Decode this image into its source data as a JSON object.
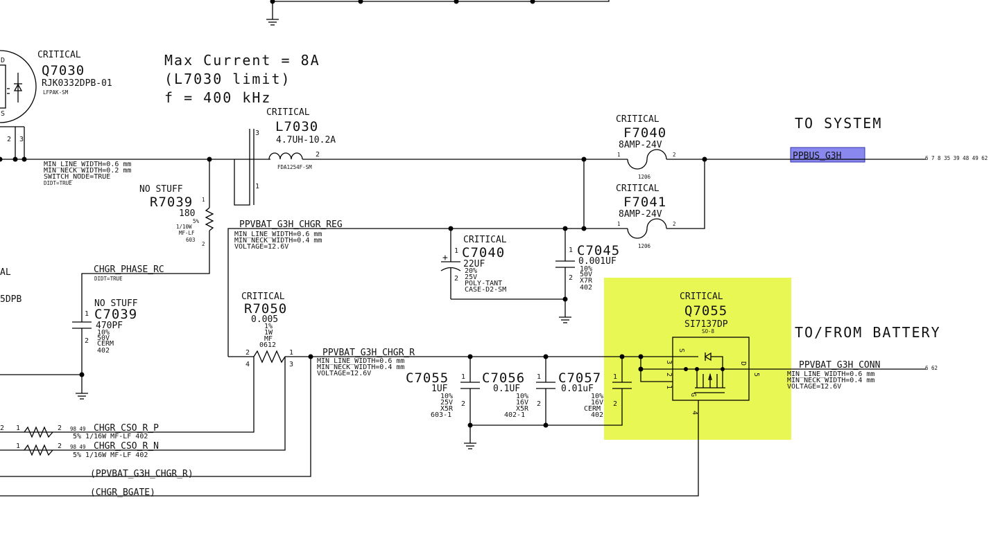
{
  "note": {
    "line1": "Max Current = 8A",
    "line2": "(L7030 limit)",
    "line3": "f = 400 kHz"
  },
  "side": {
    "to_system": "TO SYSTEM",
    "to_from_battery": "TO/FROM BATTERY"
  },
  "critical": "CRITICAL",
  "no_stuff": "NO STUFF",
  "q7030": {
    "ref": "Q7030",
    "value": "RJK0332DPB-01",
    "pkg": "LFPAK-SM",
    "pin_d": "D",
    "pin_s": "S",
    "pin2": "2",
    "pin3": "3"
  },
  "partial_left": {
    "l1": "AL",
    "l2": "5DPB"
  },
  "l7030": {
    "ref": "L7030",
    "value": "4.7UH-10.2A",
    "pkg": "FDA1254F-SM",
    "pin1": "1",
    "pin2": "2",
    "pin3": "3"
  },
  "f7040": {
    "ref": "F7040",
    "value": "8AMP-24V",
    "pkg": "1206",
    "pin1": "1",
    "pin2": "2"
  },
  "f7041": {
    "ref": "F7041",
    "value": "8AMP-24V",
    "pkg": "1206",
    "pin1": "1",
    "pin2": "2"
  },
  "sw_node": {
    "l1": "MIN_LINE_WIDTH=0.6 mm",
    "l2": "MIN_NECK_WIDTH=0.2 mm",
    "l3": "SWITCH_NODE=TRUE",
    "l4": "DIDT=TRUE"
  },
  "r7039": {
    "ref": "R7039",
    "value": "180",
    "tol": "5%",
    "power": "1/10W",
    "type": "MF-LF",
    "pkg": "603",
    "pin1": "1",
    "pin2": "2"
  },
  "chgr_reg": {
    "net": "PPVBAT_G3H_CHGR_REG",
    "l1": "MIN_LINE_WIDTH=0.6 mm",
    "l2": "MIN_NECK_WIDTH=0.4 mm",
    "l3": "VOLTAGE=12.6V"
  },
  "c7040": {
    "ref": "C7040",
    "value": "22UF",
    "tol": "20%",
    "volt": "25V",
    "type": "POLY-TANT",
    "pkg": "CASE-D2-SM",
    "pin1": "1",
    "pin2": "2",
    "plus": "+"
  },
  "c7045": {
    "ref": "C7045",
    "value": "0.001UF",
    "tol": "10%",
    "volt": "50V",
    "type": "X7R",
    "pkg": "402",
    "pin1": "1",
    "pin2": "2"
  },
  "ppbus": {
    "net": "PPBUS_G3H",
    "refs": "6 7 8 35 39 48 49 62"
  },
  "chgr_phase": {
    "net": "CHGR_PHASE_RC",
    "attr": "DIDT=TRUE"
  },
  "c7039": {
    "ref": "C7039",
    "value": "470PF",
    "tol": "10%",
    "volt": "50V",
    "type": "CERM",
    "pkg": "402",
    "pin1": "1",
    "pin2": "2"
  },
  "r7050": {
    "ref": "R7050",
    "value": "0.005",
    "tol": "1%",
    "power": "1W",
    "type": "MF",
    "pkg": "0612",
    "pin1": "1",
    "pin2": "2",
    "pin3": "3",
    "pin4": "4"
  },
  "chgr_r": {
    "net": "PPVBAT_G3H_CHGR_R",
    "l1": "MIN_LINE_WIDTH=0.6 mm",
    "l2": "MIN_NECK_WIDTH=0.4 mm",
    "l3": "VOLTAGE=12.6V"
  },
  "c7055": {
    "ref": "C7055",
    "value": "1UF",
    "tol": "10%",
    "volt": "25V",
    "type": "X5R",
    "pkg": "603-1",
    "pin1": "1",
    "pin2": "2"
  },
  "c7056": {
    "ref": "C7056",
    "value": "0.1UF",
    "tol": "10%",
    "volt": "16V",
    "type": "X5R",
    "pkg": "402-1",
    "pin1": "1",
    "pin2": "2"
  },
  "c7057": {
    "ref": "C7057",
    "value": "0.01uF",
    "tol": "10%",
    "volt": "16V",
    "type": "CERM",
    "pkg": "402",
    "pin1": "1",
    "pin2": "2"
  },
  "q7055": {
    "ref": "Q7055",
    "value": "SI7137DP",
    "pkg": "SO-8",
    "pin_s": "S",
    "pin_d": "D",
    "pin_g": "G",
    "pin1": "1",
    "pin2": "2",
    "pin3": "3",
    "pin4": "4",
    "pin5": "5"
  },
  "conn": {
    "net": "PPVBAT_G3H_CONN",
    "refs": "6 62",
    "l1": "MIN_LINE_WIDTH=0.6 mm",
    "l2": "MIN_NECK_WIDTH=0.4 mm",
    "l3": "VOLTAGE=12.6V"
  },
  "cso_p": {
    "net": "CHGR_CSO_R_P",
    "refs": "98 49",
    "attr": "5% 1/16W MF-LF 402",
    "pin1": "1",
    "pin2": "2",
    "left_pin": "2"
  },
  "cso_n": {
    "net": "CHGR_CSO_R_N",
    "refs": "98 49",
    "attr": "5% 1/16W MF-LF 402",
    "pin1": "1",
    "pin2": "2"
  },
  "offpage": {
    "chgr_r": "(PPVBAT_G3H_CHGR_R)",
    "bgate": "(CHGR_BGATE)"
  },
  "colors": {
    "highlight": "#e9f755",
    "net_highlight": "#8888ee",
    "wire": "#000000"
  }
}
